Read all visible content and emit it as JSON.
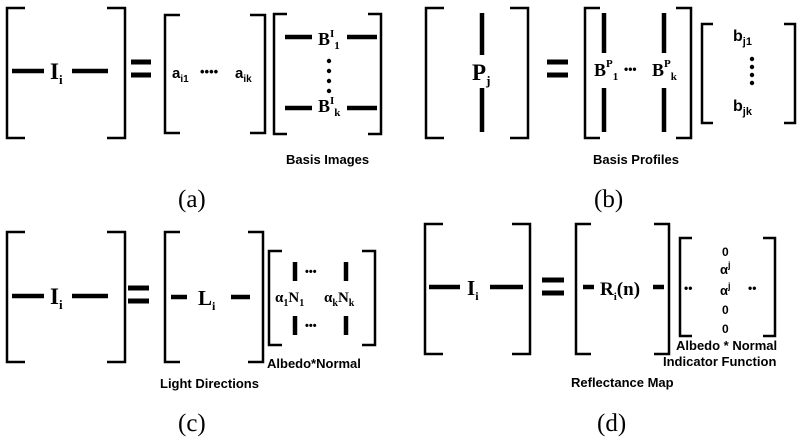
{
  "panel_a": {
    "lhs_symbol": "I",
    "lhs_sub": "i",
    "coeff_first": "a",
    "coeff_first_sub": "i1",
    "coeff_dots": "••••",
    "coeff_last": "a",
    "coeff_last_sub": "ik",
    "basis_top": "B",
    "basis_top_sup": "I",
    "basis_top_sub": "1",
    "basis_bottom": "B",
    "basis_bottom_sup": "I",
    "basis_bottom_sub": "k",
    "label": "Basis Images",
    "caption": "(a)"
  },
  "panel_b": {
    "lhs_symbol": "P",
    "lhs_sub": "j",
    "basis_first": "B",
    "basis_first_sup": "P",
    "basis_first_sub": "1",
    "basis_dots": "•••",
    "basis_last": "B",
    "basis_last_sup": "P",
    "basis_last_sub": "k",
    "coeff_top": "b",
    "coeff_top_sub": "j1",
    "coeff_bottom": "b",
    "coeff_bottom_sub": "jk",
    "label": "Basis Profiles",
    "caption": "(b)"
  },
  "panel_c": {
    "lhs_symbol": "I",
    "lhs_sub": "i",
    "light_symbol": "L",
    "light_sub": "i",
    "row_dots": "•••",
    "alpha_first": "α",
    "alpha_first_sub": "1",
    "normal_first": "N",
    "normal_first_sub": "1",
    "alpha_last": "α",
    "alpha_last_sub": "k",
    "normal_last": "N",
    "normal_last_sub": "k",
    "label_right": "Albedo*Normal",
    "label_left": "Light Directions",
    "caption": "(c)"
  },
  "panel_d": {
    "lhs_symbol": "I",
    "lhs_sub": "i",
    "reflectance": "R",
    "reflectance_sub": "i",
    "reflectance_arg": "(n)",
    "side_dots": "••",
    "col_values": [
      "0",
      "α",
      "α",
      "0",
      "0"
    ],
    "alpha_sup": "j",
    "label_line1": "Albedo * Normal",
    "label_line2": "Indicator Function",
    "label_left": "Reflectance Map",
    "caption": "(d)"
  },
  "equals_sign": "="
}
